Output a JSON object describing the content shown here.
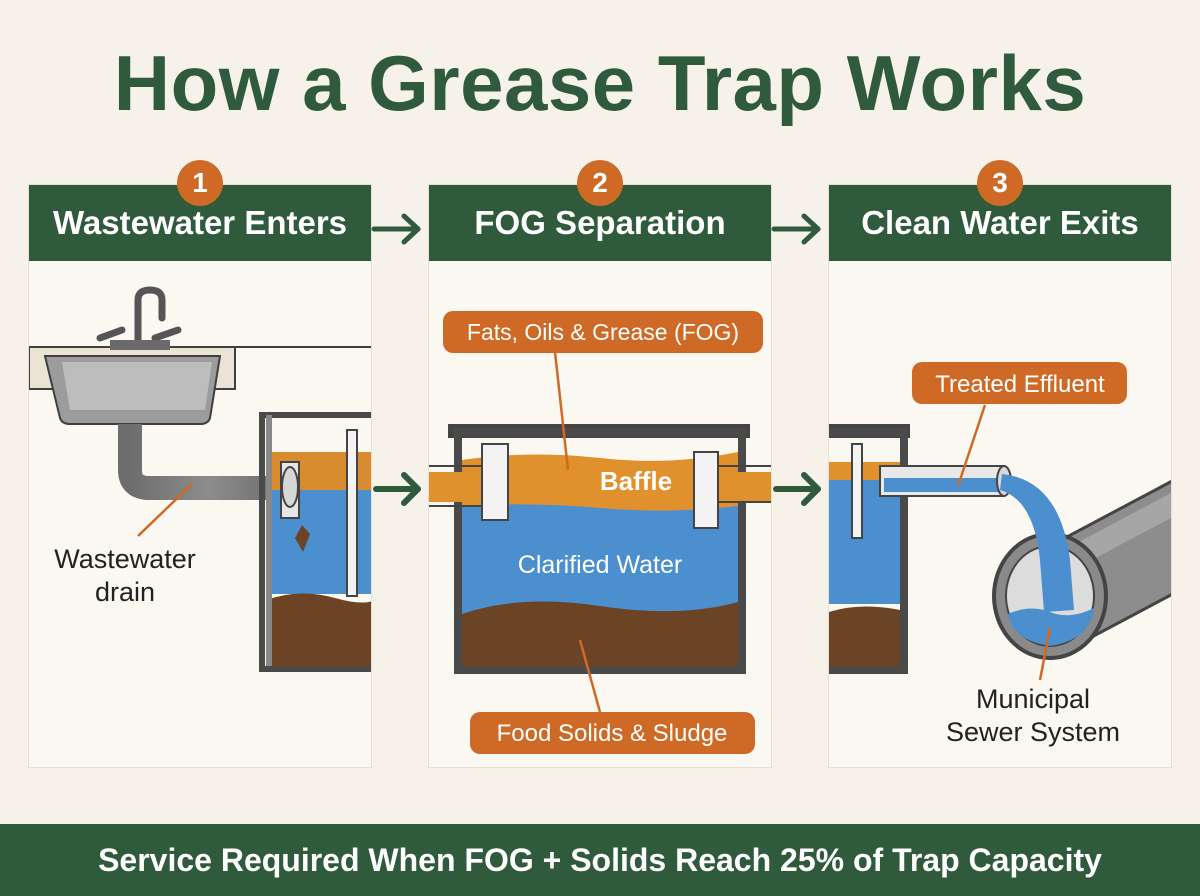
{
  "title": "How a Grease Trap Works",
  "steps": [
    {
      "number": "1",
      "label": "Wastewater Enters"
    },
    {
      "number": "2",
      "label": "FOG Separation"
    },
    {
      "number": "3",
      "label": "Clean Water Exits"
    }
  ],
  "labels": {
    "drain_line1": "Wastewater",
    "drain_line2": "drain",
    "fog": "Fats, Oils & Grease (FOG)",
    "baffle": "Baffle",
    "clarified": "Clarified Water",
    "solids": "Food Solids & Sludge",
    "effluent": "Treated Effluent",
    "sewer_line1": "Municipal",
    "sewer_line2": "Sewer System"
  },
  "footer": "Service Required When FOG + Solids Reach 25% of Trap Capacity",
  "colors": {
    "green": "#2f5a3b",
    "orange": "#cf6a26",
    "grease": "#e0902c",
    "water": "#4b8fcf",
    "sludge": "#6b4325",
    "background": "#f6f2ea"
  },
  "icons": [
    "faucet-icon",
    "sink-icon",
    "arrow-right-icon"
  ]
}
